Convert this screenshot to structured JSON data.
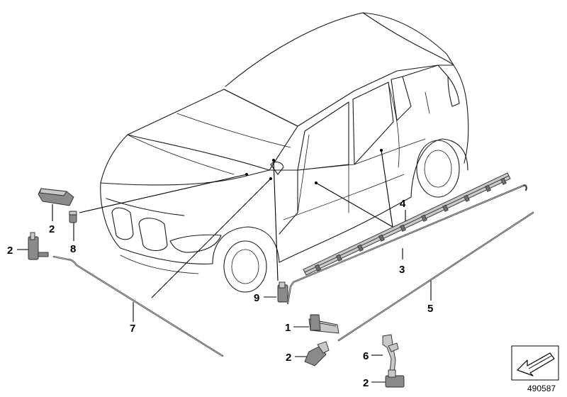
{
  "diagram_number": "490587",
  "callouts": {
    "c1": "1",
    "c2a": "2",
    "c2b": "2",
    "c2c": "2",
    "c2d": "2",
    "c3": "3",
    "c4": "4",
    "c5": "5",
    "c6": "6",
    "c7": "7",
    "c8": "8",
    "c9": "9"
  },
  "icons": {
    "vehicle": "suv-outline-icon",
    "orientation": "arrow-symbol-icon"
  }
}
